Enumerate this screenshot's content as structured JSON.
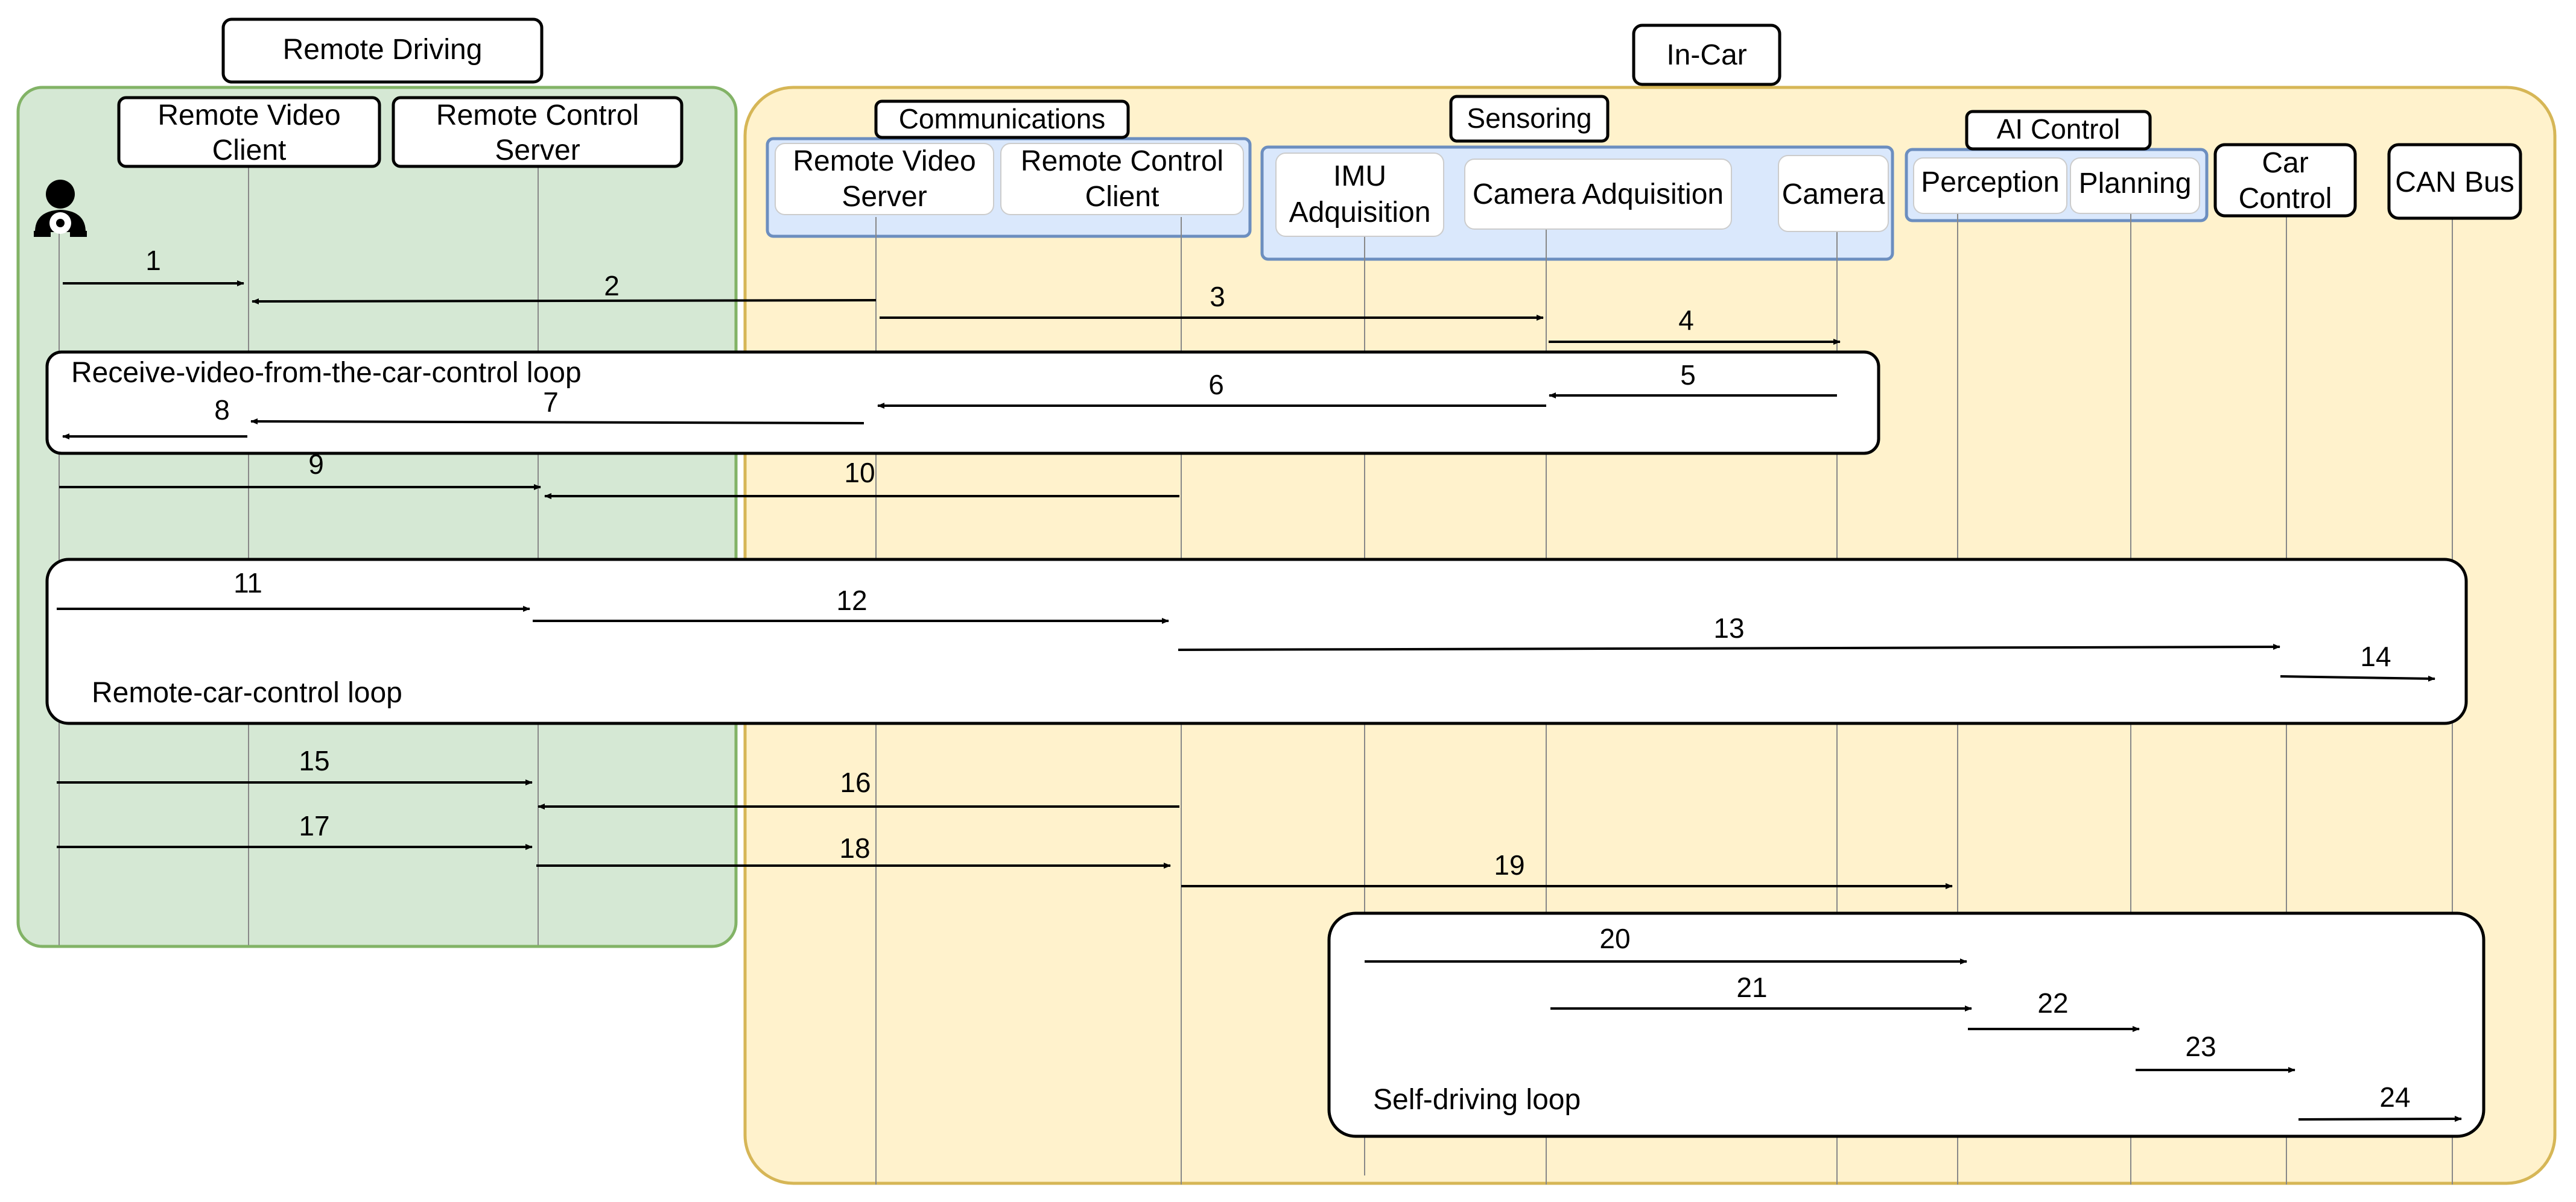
{
  "groups": {
    "remote_driving": "Remote Driving",
    "in_car": "In-Car",
    "communications": "Communications",
    "sensoring": "Sensoring",
    "ai_control": "AI Control"
  },
  "participants": {
    "remote_video_client": [
      "Remote Video",
      "Client"
    ],
    "remote_control_server": [
      "Remote Control",
      "Server"
    ],
    "remote_video_server": [
      "Remote Video",
      "Server"
    ],
    "remote_control_client": [
      "Remote Control",
      "Client"
    ],
    "imu_adquisition": [
      "IMU",
      "Adquisition"
    ],
    "camera_adquisition": "Camera Adquisition",
    "camera": "Camera",
    "perception": "Perception",
    "planning": "Planning",
    "car_control": [
      "Car",
      "Control"
    ],
    "can_bus": "CAN Bus"
  },
  "driver_icon": "steering-wheel-driver-icon",
  "loops": {
    "receive_video": "Receive-video-from-the-car-control loop",
    "remote_car_control": "Remote-car-control loop",
    "self_driving": "Self-driving loop"
  },
  "message_numbers": [
    "1",
    "2",
    "3",
    "4",
    "5",
    "6",
    "7",
    "8",
    "9",
    "10",
    "11",
    "12",
    "13",
    "14",
    "15",
    "16",
    "17",
    "18",
    "19",
    "20",
    "21",
    "22",
    "23",
    "24"
  ],
  "colors": {
    "remote_driving_fill": "#d5e8d4",
    "remote_driving_stroke": "#82b366",
    "in_car_fill": "#fff2cc",
    "in_car_stroke": "#d6b656",
    "subgroup_fill": "#dae8fc",
    "subgroup_stroke": "#6c8ebf"
  }
}
